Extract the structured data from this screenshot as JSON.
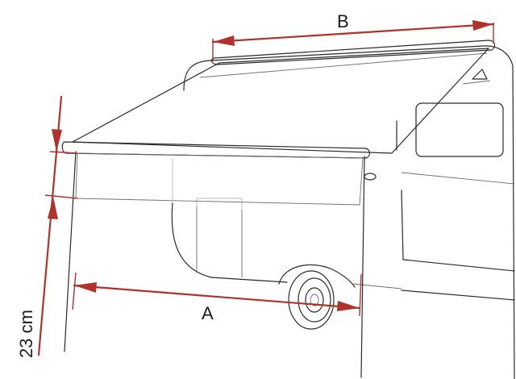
{
  "labels": {
    "width_a": "A",
    "width_b": "B",
    "drop_height": "23 cm"
  },
  "colors": {
    "dimension_line": "#b0322a",
    "outline": "#2a2a2a",
    "fabric": "#ececec"
  }
}
